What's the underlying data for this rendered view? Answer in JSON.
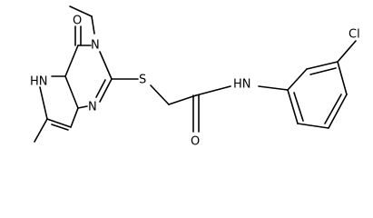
{
  "atoms": {
    "n3": "N",
    "o4": "O",
    "n5": "HN",
    "n1": "N",
    "s": "S",
    "nh": "HN",
    "o_amide": "O",
    "cl": "Cl"
  }
}
